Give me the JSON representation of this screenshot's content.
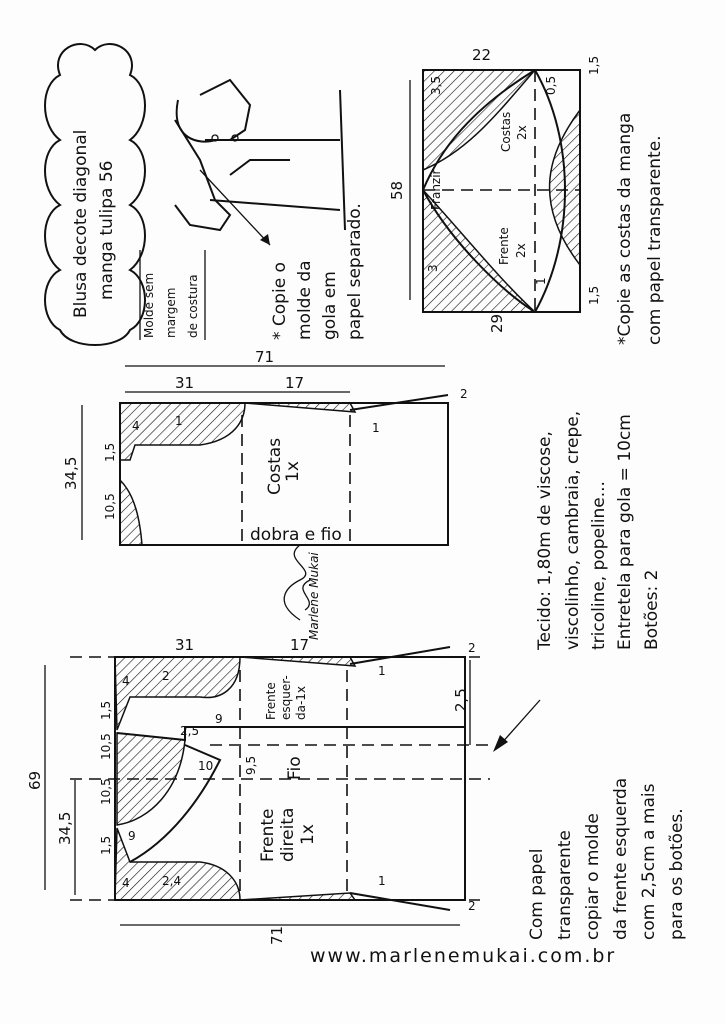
{
  "title": {
    "line1": "Blusa decote diagonal",
    "line2": "manga tulipa 56"
  },
  "seam_note": {
    "line1": "Molde sem",
    "line2": "margem",
    "line3": "de costura"
  },
  "collar_note": {
    "line1": "* Copie o",
    "line2": "molde da",
    "line3": "gola em",
    "line4": "papel separado."
  },
  "sleeve": {
    "label_front": "Frente",
    "label_front_qty": "2x",
    "label_back": "Costas",
    "label_back_qty": "2x",
    "label_franzir": "Franzir",
    "dims": {
      "width": "22",
      "length": "58",
      "bottom": "29",
      "a": "3,5",
      "b": "0,5",
      "c": "1,5",
      "d": "1,5",
      "e": "3",
      "f": "1"
    },
    "note": {
      "line1": "*Copie as costas da manga",
      "line2": "com papel transparente."
    }
  },
  "back_piece": {
    "label": "Costas",
    "qty": "1x",
    "fold": "dobra e fio",
    "dims": {
      "total": "71",
      "upper": "31",
      "mid": "17",
      "width": "34,5",
      "d15": "1,5",
      "d105": "10,5",
      "d4": "4",
      "d1": "1",
      "d1b": "1",
      "d2": "2"
    }
  },
  "front_piece": {
    "left_label": {
      "line1": "Frente",
      "line2": "esquer-",
      "line3": "da-1x"
    },
    "right_label": {
      "line1": "Frente",
      "line2": "direita",
      "line3": "1x"
    },
    "grain": "Fio",
    "dims": {
      "total": "71",
      "upper": "31",
      "mid": "17",
      "width": "69",
      "half": "34,5",
      "d15a": "1,5",
      "d105a": "10,5",
      "d105b": "10,5",
      "d15b": "1,5",
      "d4a": "4",
      "d4b": "4",
      "d2a": "2",
      "d2b": "2",
      "d25": "2,5",
      "d9": "9",
      "d95": "9,5",
      "d10": "10",
      "d9b": "9",
      "d2top": "2",
      "d24": "2,4",
      "d1a": "1",
      "d1b": "1",
      "d23": "2,5"
    }
  },
  "fabric_note": {
    "line1": "Tecido: 1,80m de viscose,",
    "line2": "viscolinho, cambraia, crepe,",
    "line3": "tricoline, popeline...",
    "line4": "Entretela para gola = 10cm",
    "line5": "Botões: 2"
  },
  "transparent_note": {
    "line1": "Com papel",
    "line2": "transparente",
    "line3": "copiar o molde",
    "line4": "da frente esquerda",
    "line5": "com 2,5cm a mais",
    "line6": "para os botões."
  },
  "signature": "Marlene Mukai",
  "website": "www.marlenemukai.com.br"
}
